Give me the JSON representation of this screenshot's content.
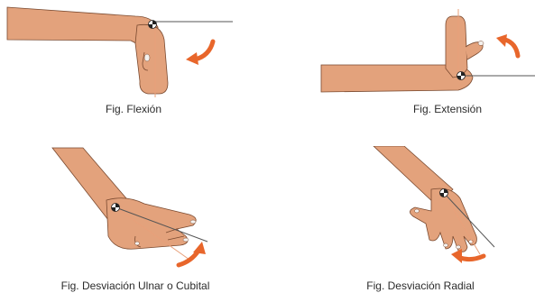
{
  "figures": [
    {
      "id": "flexion",
      "caption": "Fig. Flexión"
    },
    {
      "id": "extension",
      "caption": "Fig. Extensión"
    },
    {
      "id": "ulnar",
      "caption": "Fig. Desviación Ulnar o Cubital"
    },
    {
      "id": "radial",
      "caption": "Fig. Desviación Radial"
    }
  ],
  "colors": {
    "skin": "#e3a27c",
    "skin_shadow": "#c98158",
    "outline": "#7a4a30",
    "nail": "#f4f1ee",
    "arrow": "#e8662b",
    "line": "#555555"
  }
}
